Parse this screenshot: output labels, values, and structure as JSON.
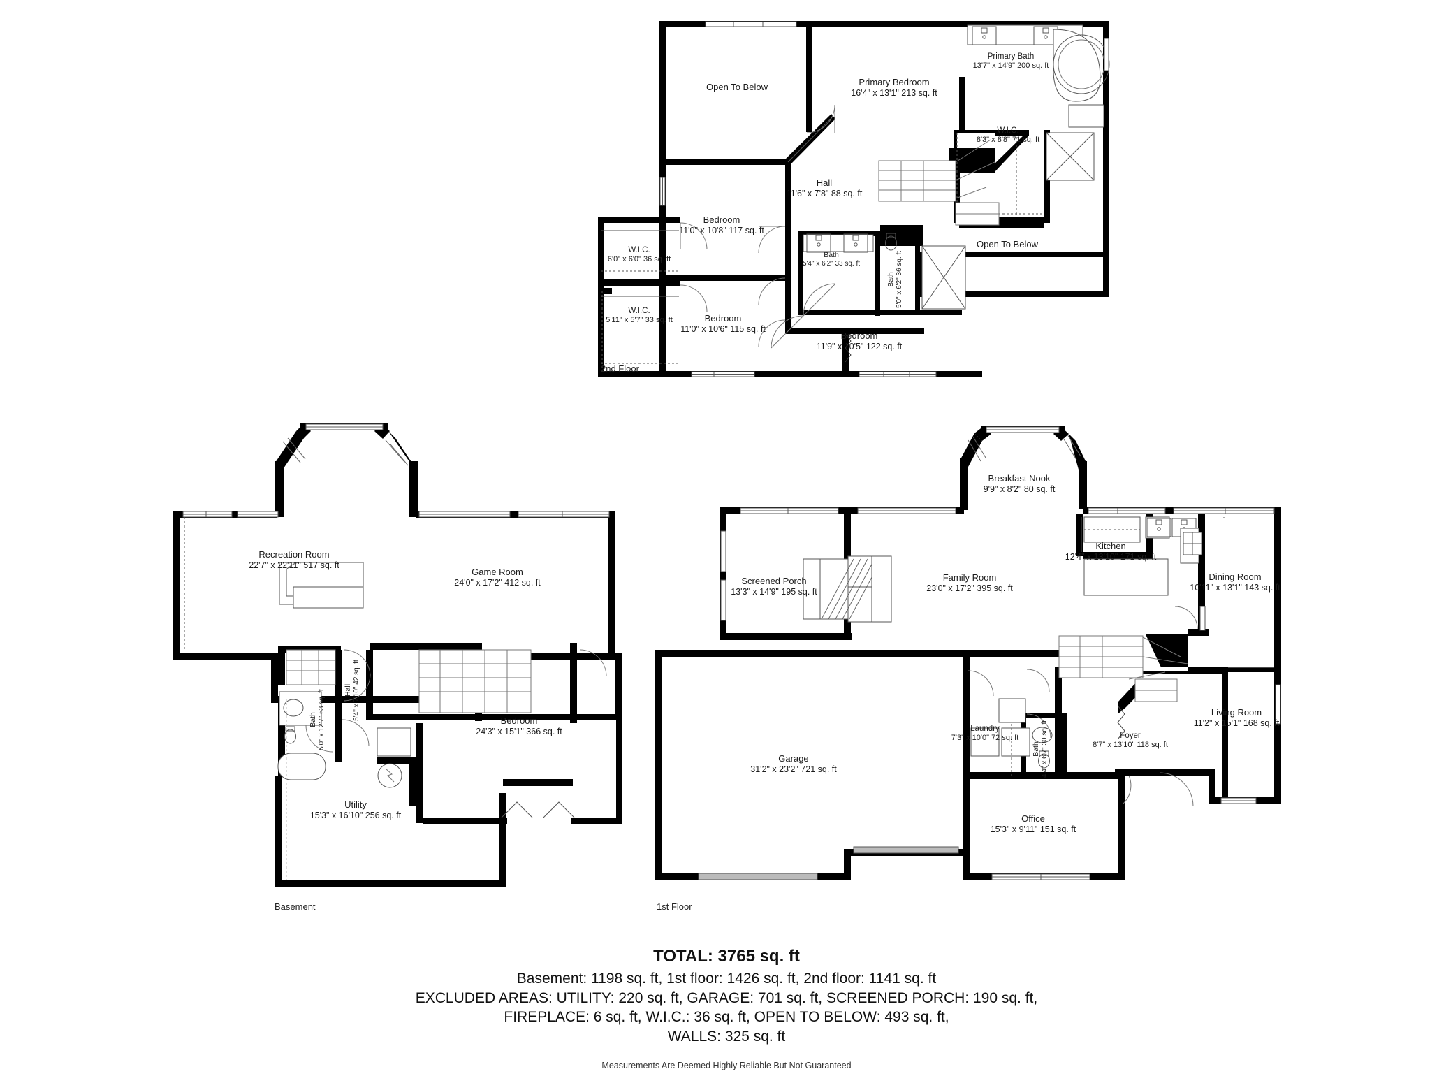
{
  "document": {
    "type": "floor-plan",
    "floors": [
      {
        "id": "second-floor",
        "label": "2nd Floor",
        "rooms": [
          {
            "name": "Open To Below",
            "dims": ""
          },
          {
            "name": "Primary Bedroom",
            "dims": "16'4\" x 13'1\" 213 sq. ft"
          },
          {
            "name": "Primary Bath",
            "dims": "13'7\" x 14'9\" 200 sq. ft"
          },
          {
            "name": "W.I.C.",
            "dims": "8'3\" x 8'8\" 71 sq. ft"
          },
          {
            "name": "Hall",
            "dims": "11'6\" x 7'8\" 88 sq. ft"
          },
          {
            "name": "Bedroom",
            "dims": "11'0\" x 10'8\" 117 sq. ft"
          },
          {
            "name": "W.I.C.",
            "dims": "6'0\" x 6'0\" 36 sq. ft"
          },
          {
            "name": "W.I.C.",
            "dims": "5'11\" x 5'7\" 33 sq. ft"
          },
          {
            "name": "Bath",
            "dims": "5'4\" x 6'2\" 33 sq. ft"
          },
          {
            "name": "Bath",
            "dims": "5'0\" x 6'2\" 36 sq. ft"
          },
          {
            "name": "Open To Below",
            "dims": ""
          },
          {
            "name": "Bedroom",
            "dims": "11'0\" x 10'6\" 115 sq. ft"
          },
          {
            "name": "Bedroom",
            "dims": "11'9\" x 10'5\" 122 sq. ft"
          }
        ]
      },
      {
        "id": "basement",
        "label": "Basement",
        "rooms": [
          {
            "name": "Recreation Room",
            "dims": "22'7\" x 22'11\" 517 sq. ft"
          },
          {
            "name": "Game Room",
            "dims": "24'0\" x 17'2\" 412 sq. ft"
          },
          {
            "name": "Hall",
            "dims": "5'4\" x 7'10\" 42 sq. ft"
          },
          {
            "name": "Bath",
            "dims": "5'0\" x 12'7\" 63 sq. ft"
          },
          {
            "name": "Bedroom",
            "dims": "24'3\" x 15'1\" 366 sq. ft"
          },
          {
            "name": "Utility",
            "dims": "15'3\" x 16'10\" 256 sq. ft"
          }
        ]
      },
      {
        "id": "first-floor",
        "label": "1st Floor",
        "rooms": [
          {
            "name": "Breakfast Nook",
            "dims": "9'9\" x 8'2\" 80 sq. ft"
          },
          {
            "name": "Kitchen",
            "dims": "12'4\" x 13'10\" 171 sq. ft"
          },
          {
            "name": "Dining Room",
            "dims": "10'11\" x 13'1\" 143 sq. ft"
          },
          {
            "name": "Screened Porch",
            "dims": "13'3\" x 14'9\" 195 sq. ft"
          },
          {
            "name": "Family Room",
            "dims": "23'0\" x 17'2\" 395 sq. ft"
          },
          {
            "name": "Living Room",
            "dims": "11'2\" x 15'1\" 168 sq. ft"
          },
          {
            "name": "Laundry",
            "dims": "7'3\" x 10'0\" 72 sq. ft"
          },
          {
            "name": "Bath",
            "dims": "4'4\" x 6'7\" 30 sq. ft"
          },
          {
            "name": "Foyer",
            "dims": "8'7\" x 13'10\" 118 sq. ft"
          },
          {
            "name": "Garage",
            "dims": "31'2\" x 23'2\" 721 sq. ft"
          },
          {
            "name": "Office",
            "dims": "15'3\" x 9'11\" 151 sq. ft"
          }
        ]
      }
    ]
  },
  "summary": {
    "total": "TOTAL: 3765 sq. ft",
    "line1": "Basement: 1198 sq. ft, 1st floor: 1426 sq. ft, 2nd floor: 1141 sq. ft",
    "line2": "EXCLUDED AREAS: UTILITY: 220 sq. ft, GARAGE: 701 sq. ft, SCREENED PORCH: 190 sq. ft,",
    "line3": "FIREPLACE: 6 sq. ft, W.I.C.: 36 sq. ft, OPEN TO BELOW: 493 sq. ft,",
    "line4": "WALLS: 325 sq. ft",
    "disclaimer": "Measurements Are Deemed Highly Reliable But Not Guaranteed"
  },
  "style": {
    "wall_color": "#000000",
    "fill_color": "#ffffff",
    "fixture_stroke": "#555555",
    "text_color": "#1c1c1c"
  }
}
